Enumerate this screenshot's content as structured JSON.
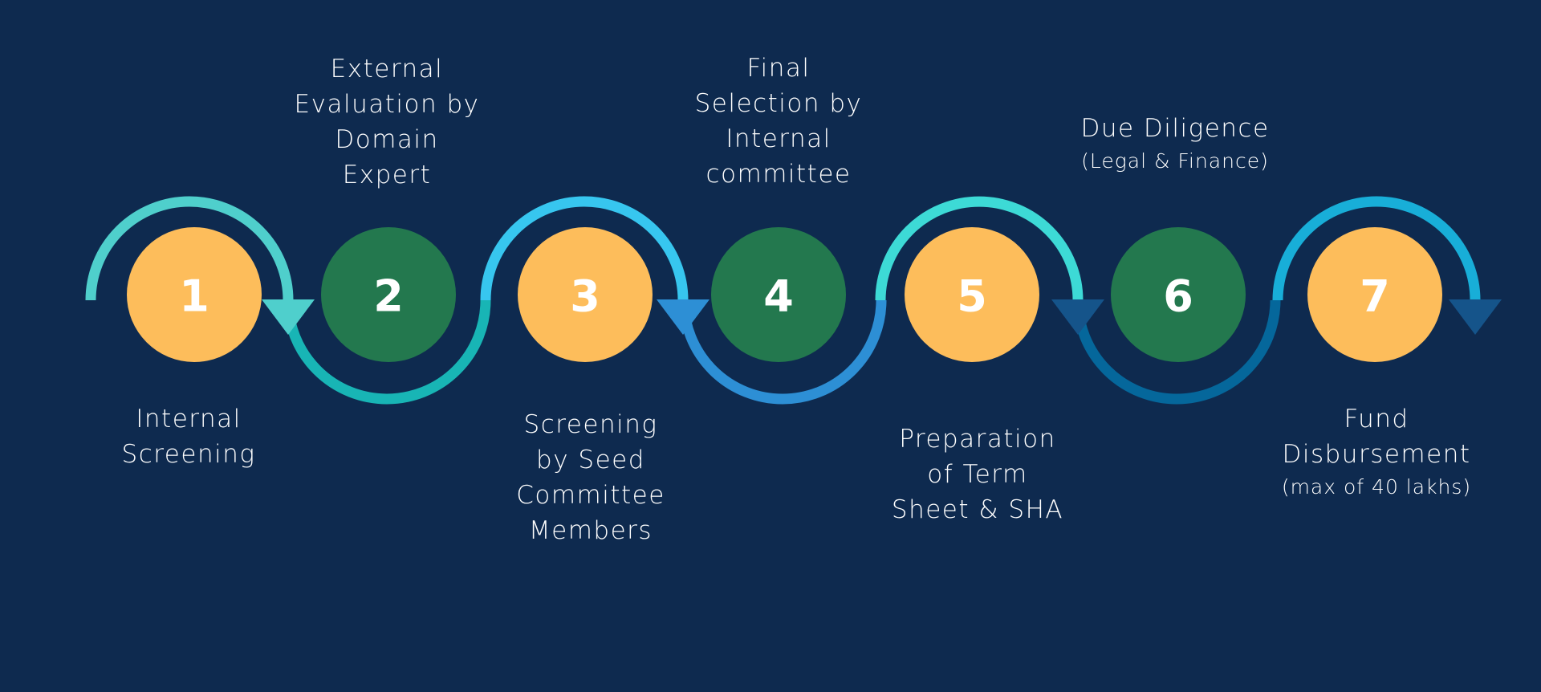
{
  "diagram": {
    "background": "#0e2a4f",
    "colors": {
      "circle_odd": "#fdbd5b",
      "circle_even": "#23784e",
      "number_text": "#ffffff",
      "label_text": "#ffffff"
    },
    "steps": [
      {
        "number": "1",
        "lines": [
          "Internal",
          "Screening"
        ],
        "note": "",
        "label_position": "below",
        "circle_color": "#fdbd5b",
        "arc_position": "top",
        "arc_color": "#4fcfcc",
        "arrow_color": "#4fcfcc"
      },
      {
        "number": "2",
        "lines": [
          "External",
          "Evaluation by",
          "Domain",
          "Expert"
        ],
        "note": "",
        "label_position": "above",
        "circle_color": "#23784e",
        "arc_position": "bottom",
        "arc_color": "#18b5b5",
        "arrow_color": "#2d8fd5"
      },
      {
        "number": "3",
        "lines": [
          "Screening",
          "by Seed",
          "Committee",
          "Members"
        ],
        "note": "",
        "label_position": "below",
        "circle_color": "#fdbd5b",
        "arc_position": "top",
        "arc_color": "#37c6ef",
        "arrow_color": "#2d8fd5"
      },
      {
        "number": "4",
        "lines": [
          "Final",
          "Selection by",
          "Internal",
          "committee"
        ],
        "note": "",
        "label_position": "above",
        "circle_color": "#23784e",
        "arc_position": "bottom",
        "arc_color": "#2d8fd5",
        "arrow_color": "#15548a"
      },
      {
        "number": "5",
        "lines": [
          "Preparation",
          "of Term",
          "Sheet & SHA"
        ],
        "note": "",
        "label_position": "below",
        "circle_color": "#fdbd5b",
        "arc_position": "top",
        "arc_color": "#3ddad6",
        "arrow_color": "#15548a"
      },
      {
        "number": "6",
        "lines": [
          "Due Diligence"
        ],
        "note": "(Legal & Finance)",
        "label_position": "above",
        "circle_color": "#23784e",
        "arc_position": "bottom",
        "arc_color": "#05679b",
        "arrow_color": "#15548a"
      },
      {
        "number": "7",
        "lines": [
          "Fund",
          "Disbursement"
        ],
        "note": "(max of 40 lakhs)",
        "label_position": "below",
        "circle_color": "#fdbd5b",
        "arc_position": "top",
        "arc_color": "#18aed8",
        "arrow_color": "#15548a"
      }
    ]
  }
}
